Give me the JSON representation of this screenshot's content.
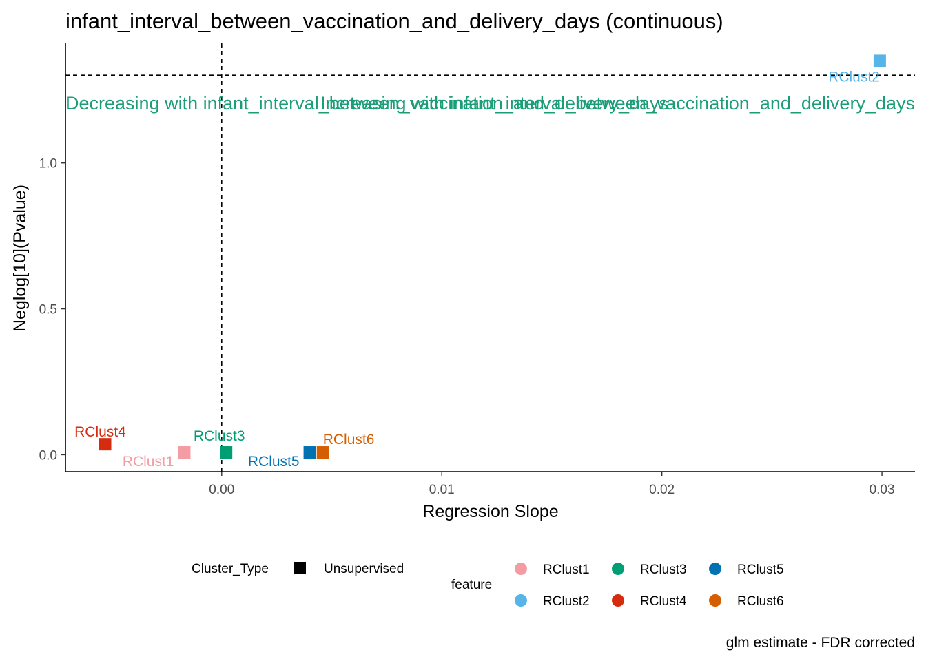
{
  "chart_data": {
    "type": "scatter",
    "title": "infant_interval_between_vaccination_and_delivery_days (continuous)",
    "xlabel": "Regression Slope",
    "ylabel": "Neglog[10](Pvalue)",
    "xlim": [
      -0.0071,
      0.0315
    ],
    "ylim": [
      -0.058,
      1.41
    ],
    "x_ticks": [
      0.0,
      0.01,
      0.02,
      0.03
    ],
    "x_tick_labels": [
      "0.00",
      "0.01",
      "0.02",
      "0.03"
    ],
    "y_ticks": [
      0.0,
      0.5,
      1.0
    ],
    "y_tick_labels": [
      "0.0",
      "0.5",
      "1.0"
    ],
    "reference_lines": {
      "vertical_x": 0.0,
      "horizontal_y": 1.301
    },
    "grid": false,
    "points": [
      {
        "label": "RClust1",
        "x": -0.0017,
        "y": 0.008,
        "color": "#F49CA4"
      },
      {
        "label": "RClust2",
        "x": 0.0299,
        "y": 1.35,
        "color": "#56B4E9"
      },
      {
        "label": "RClust3",
        "x": 0.0002,
        "y": 0.008,
        "color": "#009E73"
      },
      {
        "label": "RClust4",
        "x": -0.0053,
        "y": 0.036,
        "color": "#D52B0F"
      },
      {
        "label": "RClust5",
        "x": 0.004,
        "y": 0.008,
        "color": "#0072B2"
      },
      {
        "label": "RClust6",
        "x": 0.0046,
        "y": 0.008,
        "color": "#D55E00"
      }
    ],
    "annotations": {
      "decreasing": "Decreasing with infant_interval_between_vaccination_and_delivery_days",
      "increasing": "Increasing with infant_interval_between_vaccination_and_delivery_days",
      "color": "#1B9E77"
    },
    "legend": {
      "position": "bottom",
      "shape_title": "Cluster_Type",
      "shape_entries": [
        "Unsupervised"
      ],
      "color_title": "feature",
      "color_entries": [
        {
          "label": "RClust1",
          "color": "#F49CA4"
        },
        {
          "label": "RClust2",
          "color": "#56B4E9"
        },
        {
          "label": "RClust3",
          "color": "#009E73"
        },
        {
          "label": "RClust4",
          "color": "#D52B0F"
        },
        {
          "label": "RClust5",
          "color": "#0072B2"
        },
        {
          "label": "RClust6",
          "color": "#D55E00"
        }
      ]
    },
    "caption": "glm estimate - FDR corrected"
  }
}
